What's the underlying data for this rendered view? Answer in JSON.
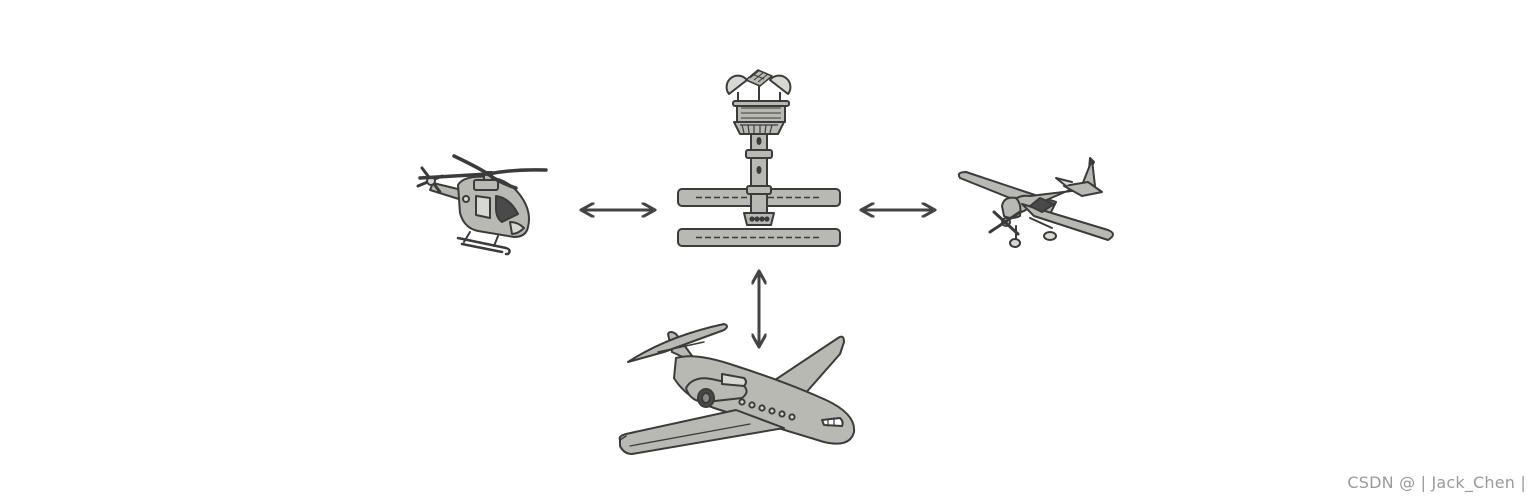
{
  "diagram": {
    "nodes": [
      {
        "id": "tower",
        "icon": "control-tower-icon"
      },
      {
        "id": "helicopter",
        "icon": "helicopter-icon"
      },
      {
        "id": "cessna",
        "icon": "propeller-plane-icon"
      },
      {
        "id": "jet",
        "icon": "business-jet-icon"
      }
    ],
    "edges": [
      {
        "from": "helicopter",
        "to": "tower",
        "direction": "both"
      },
      {
        "from": "tower",
        "to": "cessna",
        "direction": "both"
      },
      {
        "from": "tower",
        "to": "jet",
        "direction": "both"
      }
    ],
    "colors": {
      "fill": "#b9b9b4",
      "fill_light": "#d8d8d3",
      "stroke": "#3b3b3b",
      "arrow": "#444444"
    }
  },
  "watermark": "CSDN @ | Jack_Chen |"
}
